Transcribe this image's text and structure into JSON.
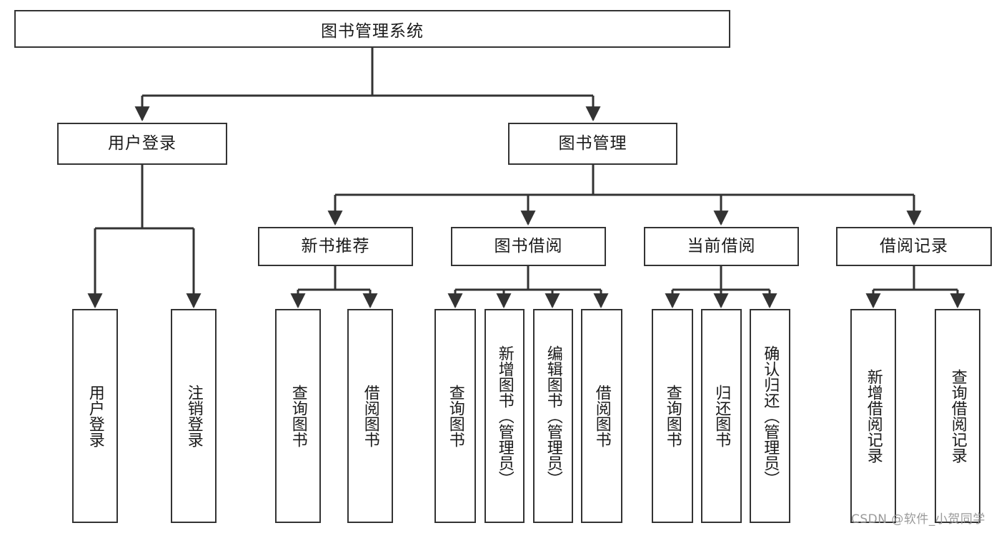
{
  "diagram": {
    "type": "tree-hierarchy",
    "orientation": "top-down",
    "theme": {
      "background": "#ffffff",
      "box_border": "#333333",
      "box_fill": "#ffffff",
      "connector": "#333333",
      "text": "#1a1a1a",
      "watermark": "#9a9a9a"
    },
    "root": {
      "label": "图书管理系统"
    },
    "level1": [
      {
        "label": "用户登录"
      },
      {
        "label": "图书管理"
      }
    ],
    "level2": [
      {
        "label": "新书推荐"
      },
      {
        "label": "图书借阅"
      },
      {
        "label": "当前借阅"
      },
      {
        "label": "借阅记录"
      }
    ],
    "leaves": {
      "user_login": [
        {
          "label": "用户登录"
        },
        {
          "label": "注销登录"
        }
      ],
      "new_book_recommend": [
        {
          "label": "查询图书"
        },
        {
          "label": "借阅图书"
        }
      ],
      "book_borrow": [
        {
          "label": "查询图书"
        },
        {
          "label": "新增图书（管理员）"
        },
        {
          "label": "编辑图书（管理员）"
        },
        {
          "label": "借阅图书"
        }
      ],
      "current_borrow": [
        {
          "label": "查询图书"
        },
        {
          "label": "归还图书"
        },
        {
          "label": "确认归还（管理员）"
        }
      ],
      "borrow_record": [
        {
          "label": "新增借阅记录"
        },
        {
          "label": "查询借阅记录"
        }
      ]
    }
  },
  "watermark": {
    "text": "CSDN @软件_小贺同学"
  }
}
